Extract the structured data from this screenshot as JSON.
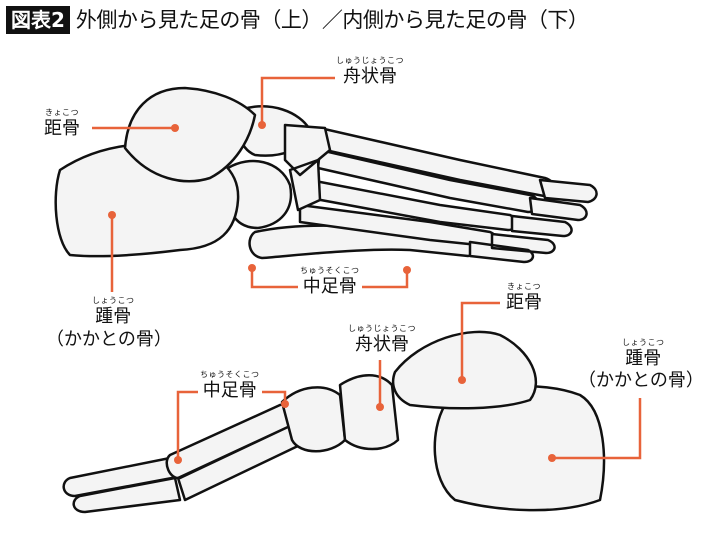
{
  "title": {
    "badge": "図表2",
    "text": "外側から見た足の骨（上）／内側から見た足の骨（下）"
  },
  "colors": {
    "leader": "#e8633a",
    "bone_fill": "#f4f4f4",
    "outline": "#111111"
  },
  "top_foot": {
    "talus": {
      "ruby": "きょこつ",
      "name": "距骨"
    },
    "navicular": {
      "ruby": "しゅうじょうこつ",
      "name": "舟状骨"
    },
    "calcaneus": {
      "ruby": "しょうこつ",
      "name": "踵骨",
      "note": "（かかとの骨）"
    },
    "metatarsal": {
      "ruby": "ちゅうそくこつ",
      "name": "中足骨"
    }
  },
  "bottom_foot": {
    "talus": {
      "ruby": "きょこつ",
      "name": "距骨"
    },
    "navicular": {
      "ruby": "しゅうじょうこつ",
      "name": "舟状骨"
    },
    "calcaneus": {
      "ruby": "しょうこつ",
      "name": "踵骨",
      "note": "（かかとの骨）"
    },
    "metatarsal": {
      "ruby": "ちゅうそくこつ",
      "name": "中足骨"
    }
  }
}
